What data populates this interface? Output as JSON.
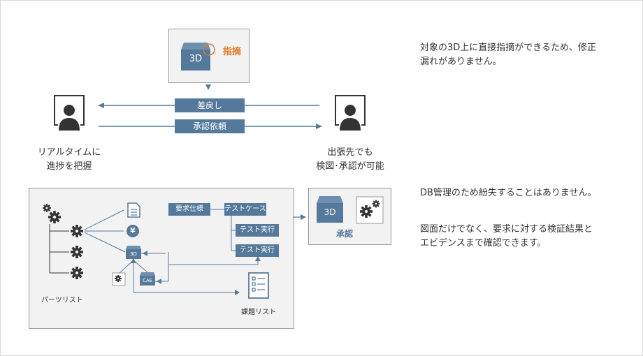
{
  "top": {
    "shiteki_label": "指摘",
    "box_3d_label": "3D",
    "sashimodoshi_label": "差戻し",
    "shonin_irai_label": "承認依頼",
    "left_caption_line1": "リアルタイムに",
    "left_caption_line2": "進捗を把握",
    "right_caption_line1": "出張先でも",
    "right_caption_line2": "検図･承認が可能"
  },
  "right_text": {
    "para1_line1": "対象の3D上に直接指摘ができるため、修正",
    "para1_line2": "漏れがありません。",
    "para2_line1": "DB管理のため紛失することはありません。",
    "para3_line1": "図面だけでなく、要求に対する検証結果と",
    "para3_line2": "エビデンスまで確認できます。"
  },
  "bottom": {
    "parts_list_label": "パーツリスト",
    "yen_symbol": "¥",
    "mini_3d_label": "3D",
    "cae_label": "CAE",
    "requirement_spec_label": "要求仕様",
    "test_case_label": "テストケース",
    "test_exec_1_label": "テスト実行",
    "test_exec_2_label": "テスト実行",
    "issue_list_label": "課題リスト",
    "approval_3d_label": "3D",
    "approval_label": "承認"
  },
  "colors": {
    "accent_blue": "#55799a",
    "accent_orange": "#e07b2a",
    "icon_dark": "#333333",
    "box_bg": "#f2f2f2",
    "border_gray": "#999999"
  }
}
